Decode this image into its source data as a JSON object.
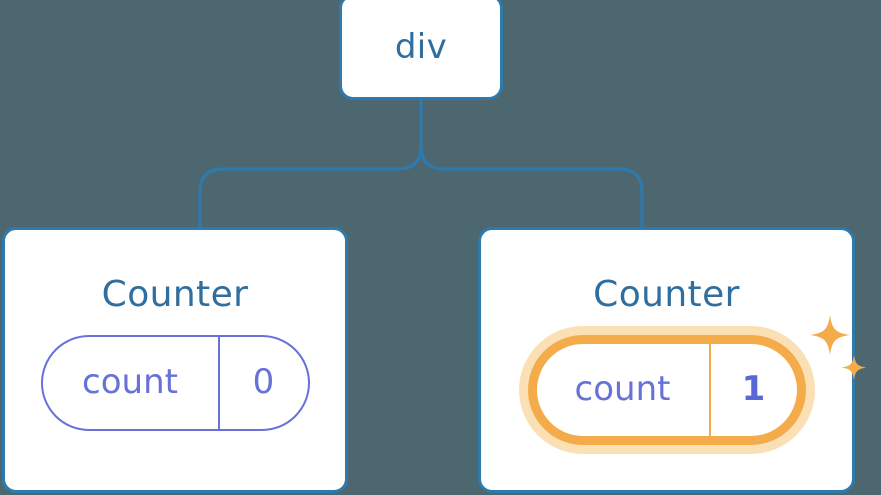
{
  "diagram": {
    "type": "component-tree",
    "background_color": "#4d6771",
    "node_border_color": "#2e7aad",
    "node_text_color": "#2f6e9e",
    "edge_color": "#2e7aad",
    "state_color": "#6771d8",
    "highlight_color": "#f4ac4a",
    "highlight_glow_color": "#fbe0b6"
  },
  "root": {
    "label": "div"
  },
  "children": [
    {
      "label": "Counter",
      "state": {
        "key": "count",
        "value": "0"
      },
      "highlighted": false
    },
    {
      "label": "Counter",
      "state": {
        "key": "count",
        "value": "1"
      },
      "highlighted": true
    }
  ],
  "icons": {
    "sparkle_large": "sparkle-icon",
    "sparkle_small": "sparkle-small-icon"
  }
}
